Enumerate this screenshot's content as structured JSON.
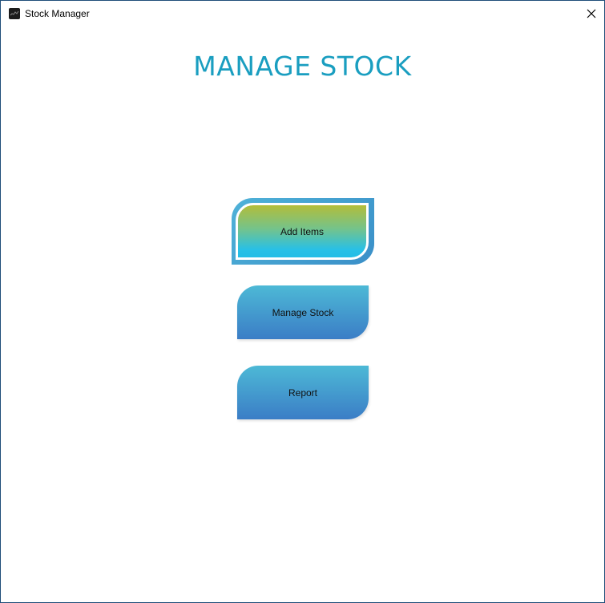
{
  "window": {
    "title": "Stock Manager",
    "app_icon": "stock-chart-icon",
    "close_icon": "close-icon"
  },
  "main": {
    "heading": "MANAGE STOCK",
    "buttons": {
      "add_items": "Add Items",
      "manage_stock": "Manage Stock",
      "report": "Report"
    }
  },
  "colors": {
    "heading": "#1a9ec0",
    "button_gradient_top": "#4db9d6",
    "button_gradient_bottom": "#3b7dc6",
    "focused_gradient_top": "#b3bd3a",
    "focused_gradient_bottom": "#22bde6"
  }
}
